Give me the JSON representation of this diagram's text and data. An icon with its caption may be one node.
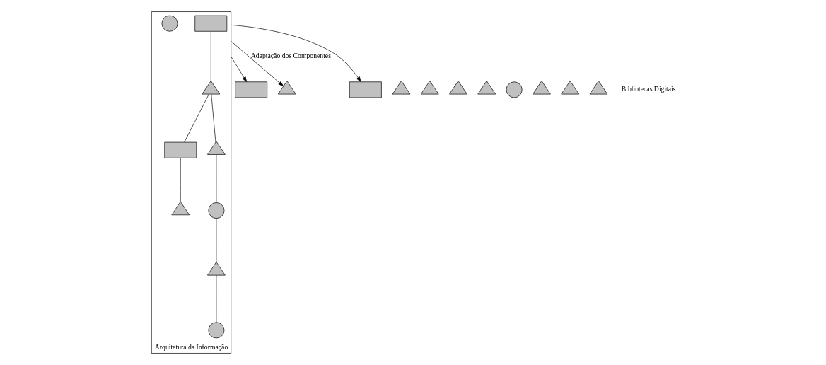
{
  "diagram": {
    "nodes": [
      {
        "text": [
          "Arquitetura da Informação"
        ]
      },
      {
        "text": [],
        "shape": "box",
        "in": 0
      },
      {
        "text": [],
        "shape": "triangle",
        "in": 0
      },
      {
        "text": [],
        "shape": "box",
        "in": 0
      },
      {
        "text": [],
        "shape": "triangle",
        "in": 0
      },
      {
        "text": [],
        "shape": "circle",
        "in": 0
      },
      {
        "text": [],
        "shape": "circle",
        "in": 0
      },
      {
        "text": [],
        "shape": "triangle",
        "in": 0
      },
      {
        "text": [],
        "shape": "circle",
        "in": 0
      },
      {
        "text": [],
        "shape": "triangle",
        "in": 0
      },
      {
        "text": [],
        "shape": "box"
      },
      {
        "text": [],
        "shape": "triangle"
      },
      {
        "text": [],
        "shape": "triangle"
      },
      {
        "text": [],
        "shape": "triangle"
      },
      {
        "text": [],
        "shape": "triangle"
      },
      {
        "text": [],
        "shape": "triangle"
      },
      {
        "text": [],
        "shape": "circle"
      },
      {
        "text": [],
        "shape": "box"
      },
      {
        "text": [],
        "shape": "triangle"
      },
      {
        "text": [],
        "shape": "triangle"
      },
      {
        "text": [],
        "shape": "triangle"
      }
    ],
    "edges": [
      {
        "from": 1,
        "to": 2,
        "arrow": "none"
      },
      {
        "from": 2,
        "to": 3,
        "arrow": "none"
      },
      {
        "from": 3,
        "to": 4,
        "arrow": "none"
      },
      {
        "from": 2,
        "to": 7,
        "arrow": "none"
      },
      {
        "from": 7,
        "to": 8,
        "arrow": "none"
      },
      {
        "from": 8,
        "to": 9,
        "arrow": "none"
      },
      {
        "from": 9,
        "to": 6,
        "arrow": "none"
      },
      {
        "from": 0,
        "to": 10,
        "arrow": "to"
      },
      {
        "from": 0,
        "to": 14,
        "arrow": "to",
        "label": "Adaptação dos Componentes"
      },
      {
        "from": 0,
        "to": 17,
        "arrow": "to"
      }
    ],
    "labels": [
      "Bibliotecas Digitais"
    ]
  }
}
